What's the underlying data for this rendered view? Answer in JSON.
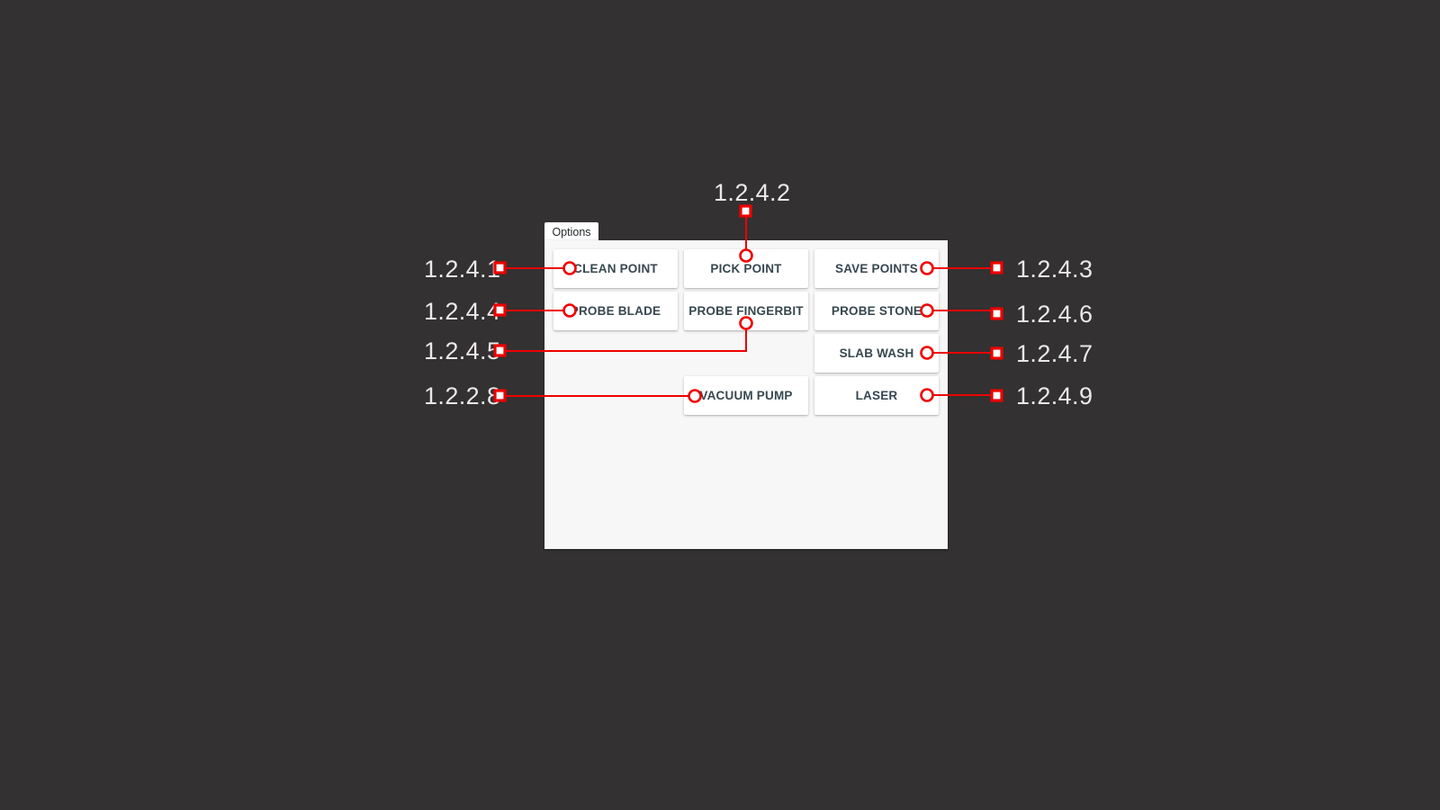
{
  "window": {
    "background_color": "#333131",
    "panel_color": "#f7f7f7",
    "tab_label": "Options"
  },
  "accent": {
    "annotation_color": "#ee0000",
    "label_color": "#e9e9e9",
    "button_text_color": "#37474f"
  },
  "buttons": [
    {
      "id": "clean-point",
      "label": "CLEAN POINT",
      "col": 1,
      "row": 1
    },
    {
      "id": "pick-point",
      "label": "PICK POINT",
      "col": 2,
      "row": 1
    },
    {
      "id": "save-points",
      "label": "SAVE POINTS",
      "col": 3,
      "row": 1
    },
    {
      "id": "probe-blade",
      "label": "PROBE BLADE",
      "col": 1,
      "row": 2
    },
    {
      "id": "probe-fingerbit",
      "label": "PROBE FINGERBIT",
      "col": 2,
      "row": 2
    },
    {
      "id": "probe-stone",
      "label": "PROBE STONE",
      "col": 3,
      "row": 2
    },
    {
      "id": "slab-wash",
      "label": "SLAB WASH",
      "col": 3,
      "row": 3
    },
    {
      "id": "vacuum-pump",
      "label": "VACUUM PUMP",
      "col": 2,
      "row": 4
    },
    {
      "id": "laser",
      "label": "LASER",
      "col": 3,
      "row": 4
    }
  ],
  "annotations": [
    {
      "id": "a-1-2-4-1",
      "number": "1.2.4.1",
      "target": "CLEAN POINT",
      "side": "left"
    },
    {
      "id": "a-1-2-4-2",
      "number": "1.2.4.2",
      "target": "PICK POINT",
      "side": "top"
    },
    {
      "id": "a-1-2-4-3",
      "number": "1.2.4.3",
      "target": "SAVE POINTS",
      "side": "right"
    },
    {
      "id": "a-1-2-4-4",
      "number": "1.2.4.4",
      "target": "PROBE BLADE",
      "side": "left"
    },
    {
      "id": "a-1-2-4-5",
      "number": "1.2.4.5",
      "target": "PROBE FINGERBIT",
      "side": "left"
    },
    {
      "id": "a-1-2-4-6",
      "number": "1.2.4.6",
      "target": "PROBE STONE",
      "side": "right"
    },
    {
      "id": "a-1-2-4-7",
      "number": "1.2.4.7",
      "target": "SLAB WASH",
      "side": "right"
    },
    {
      "id": "a-1-2-2-8",
      "number": "1.2.2.8",
      "target": "VACUUM PUMP",
      "side": "left"
    },
    {
      "id": "a-1-2-4-9",
      "number": "1.2.4.9",
      "target": "LASER",
      "side": "right"
    }
  ]
}
